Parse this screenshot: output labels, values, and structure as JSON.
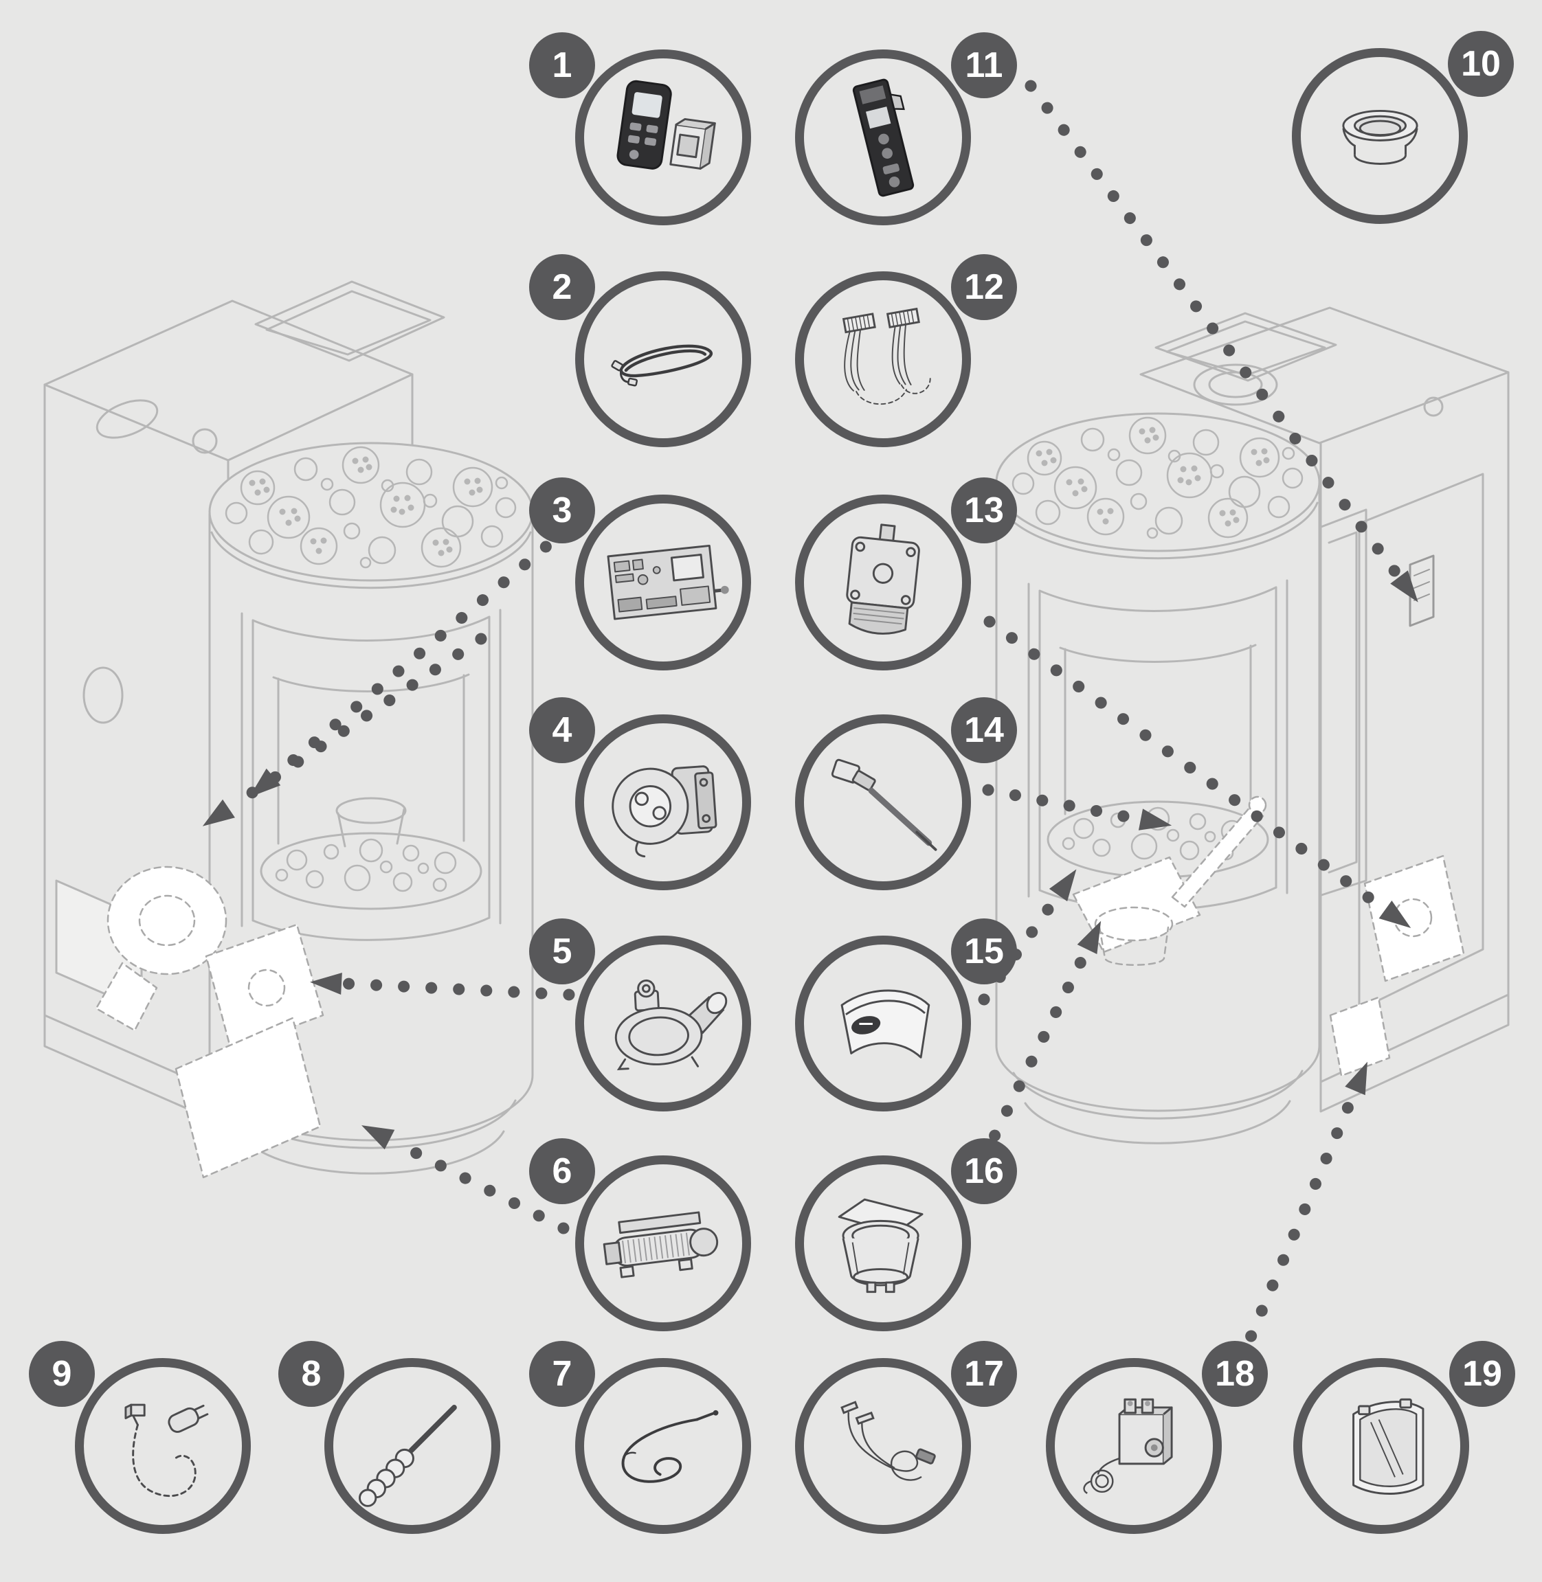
{
  "diagram": {
    "type": "exploded-spare-parts-diagram",
    "subject": "pellet stove (two isometric views with numbered spare parts)",
    "colors": {
      "background": "#e7e7e6",
      "circle_ring": "#58585a",
      "badge_fill": "#58585a",
      "badge_text": "#ffffff",
      "line_art": "#b6b6b6",
      "leader_dots": "#58585a",
      "highlight_fill": "#ffffff"
    }
  },
  "parts": [
    {
      "number": "1",
      "name": "remote-control-with-wall-holder"
    },
    {
      "number": "2",
      "name": "door-seal-gasket"
    },
    {
      "number": "3",
      "name": "control-board"
    },
    {
      "number": "4",
      "name": "feed-gear-motor"
    },
    {
      "number": "5",
      "name": "smoke-extraction-fan"
    },
    {
      "number": "6",
      "name": "tangential-air-fan"
    },
    {
      "number": "7",
      "name": "thermocouple-cable"
    },
    {
      "number": "8",
      "name": "spring-handle-tool"
    },
    {
      "number": "9",
      "name": "power-cord"
    },
    {
      "number": "10",
      "name": "flue-collar"
    },
    {
      "number": "11",
      "name": "control-panel"
    },
    {
      "number": "12",
      "name": "wiring-harness"
    },
    {
      "number": "13",
      "name": "auger-gear-motor"
    },
    {
      "number": "14",
      "name": "igniter-element"
    },
    {
      "number": "15",
      "name": "handle-band"
    },
    {
      "number": "16",
      "name": "burn-pot"
    },
    {
      "number": "17",
      "name": "temperature-sensor"
    },
    {
      "number": "18",
      "name": "safety-thermostat"
    },
    {
      "number": "19",
      "name": "glass-door"
    }
  ],
  "connections": [
    {
      "part": "3",
      "target": "left stove electronics bay"
    },
    {
      "part": "5",
      "target": "left stove smoke fan location"
    },
    {
      "part": "6",
      "target": "left stove lower compartment"
    },
    {
      "part": "11",
      "target": "right stove control panel slot"
    },
    {
      "part": "13",
      "target": "right stove auger motor location"
    },
    {
      "part": "14",
      "target": "right stove igniter location"
    },
    {
      "part": "15",
      "target": "right stove combustion chamber"
    },
    {
      "part": "16",
      "target": "right stove burn pot location"
    },
    {
      "part": "18",
      "target": "right stove lower compartment"
    }
  ]
}
